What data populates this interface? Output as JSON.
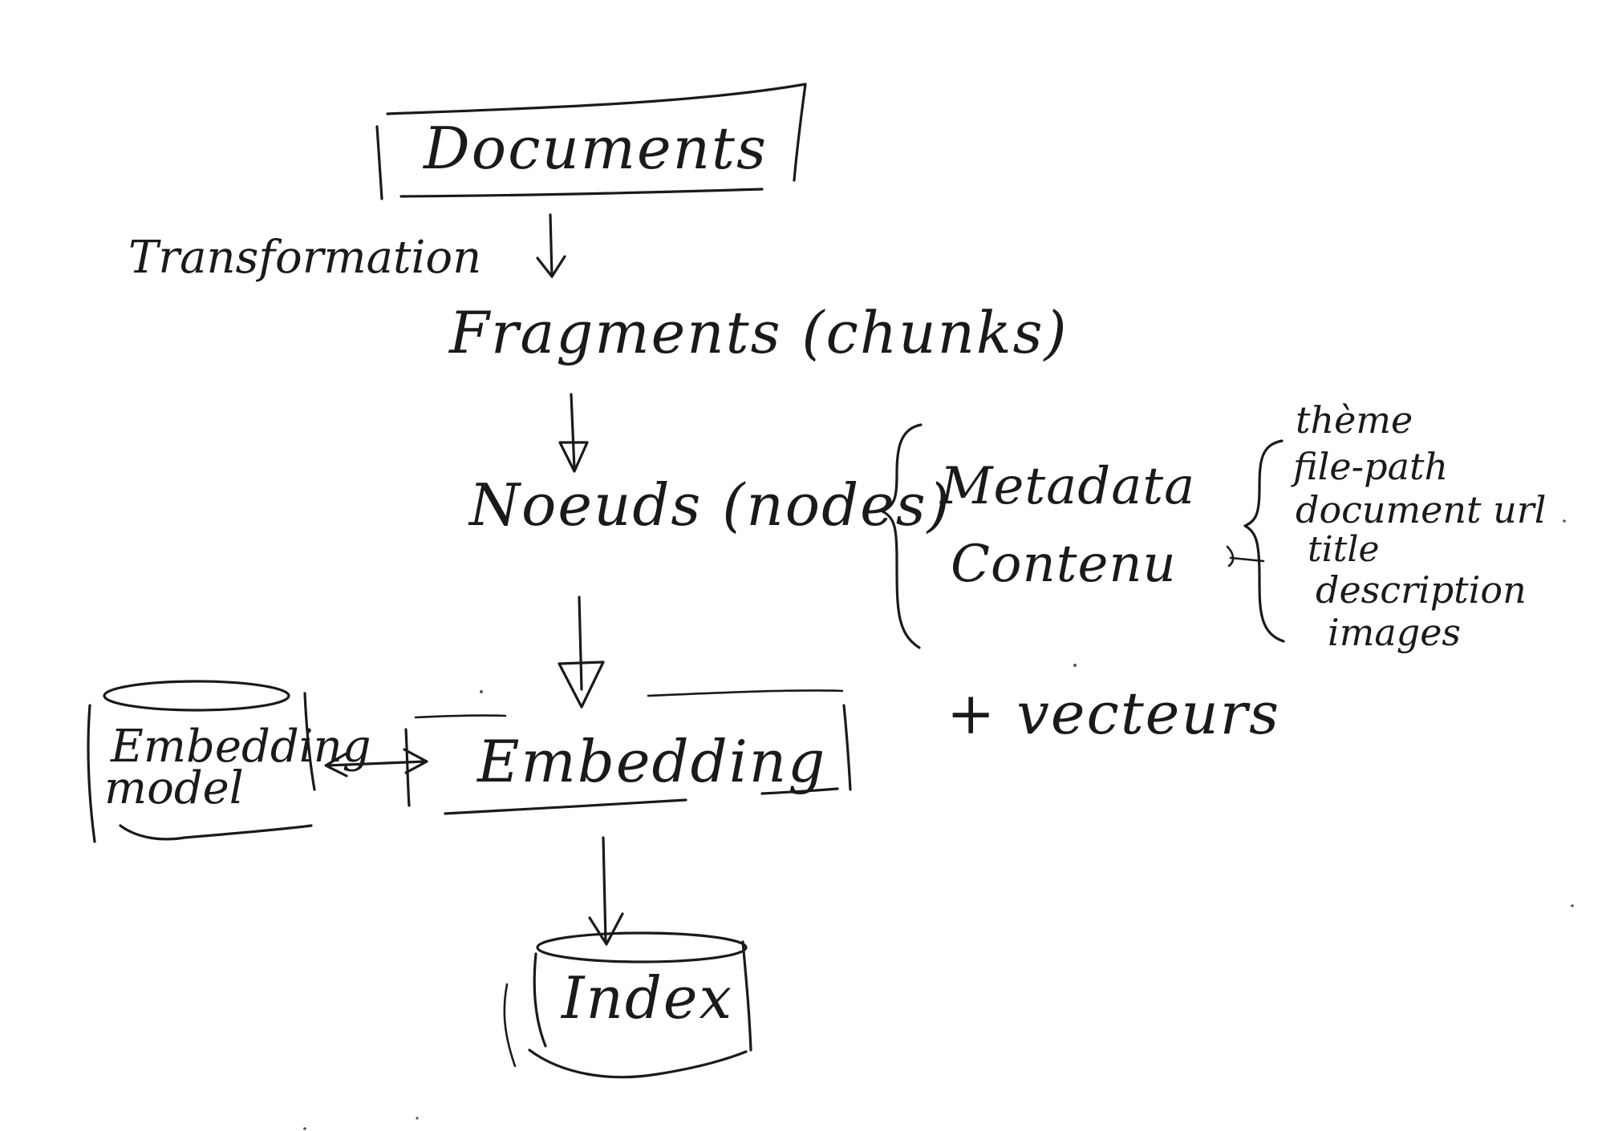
{
  "nodes": {
    "documents": "Documents",
    "transformation": "Transformation",
    "fragments": "Fragments (chunks)",
    "noeuds": "Noeuds (nodes)",
    "metadata": "Metadata",
    "contenu": "Contenu",
    "embedding": "Embedding",
    "embedding_model_line1": "Embedding",
    "embedding_model_line2": "model",
    "vecteurs": "+ vecteurs",
    "index": "Index"
  },
  "metadata_fields": [
    "thème",
    "file-path",
    "document url",
    "title",
    "description",
    "images"
  ],
  "colors": {
    "ink": "#1a1a1a",
    "paper": "#ffffff"
  }
}
